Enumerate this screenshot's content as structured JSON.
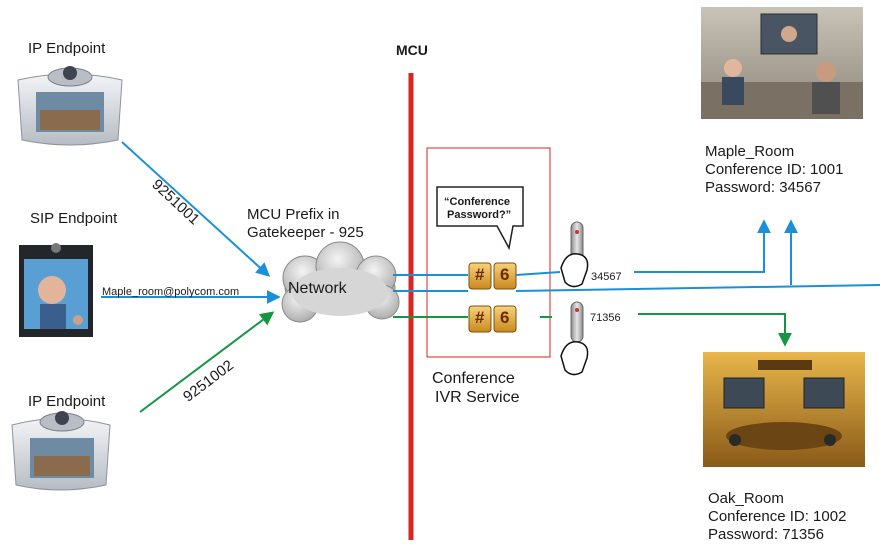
{
  "mcu_label": "MCU",
  "endpoints": {
    "ip1": {
      "label": "IP Endpoint",
      "dial": "9251001"
    },
    "sip": {
      "label": "SIP Endpoint",
      "address": "Maple_room@polycom.com"
    },
    "ip2": {
      "label": "IP Endpoint",
      "dial": "9251002"
    }
  },
  "gatekeeper": {
    "line1": "MCU Prefix in",
    "line2": "Gatekeeper - 925"
  },
  "network_label": "Network",
  "ivr": {
    "prompt_line1": "“Conference",
    "prompt_line2": "Password?”",
    "key_hash": "#",
    "key_six": "6",
    "service_line1": "Conference",
    "service_line2": "IVR Service"
  },
  "passwords_entered": {
    "maple": "34567",
    "oak": "71356"
  },
  "rooms": {
    "maple": {
      "name": "Maple_Room",
      "conf_id": "Conference ID: 1001",
      "password": "Password: 34567"
    },
    "oak": {
      "name": "Oak_Room",
      "conf_id": "Conference ID: 1002",
      "password": "Password: 71356"
    }
  },
  "colors": {
    "blue": "#1a90d8",
    "green": "#159640",
    "red": "#d8251e"
  },
  "icons": [
    "video-endpoint-icon",
    "network-cloud-icon",
    "keypad-key-icon",
    "remote-control-icon",
    "pointing-hand-icon"
  ]
}
